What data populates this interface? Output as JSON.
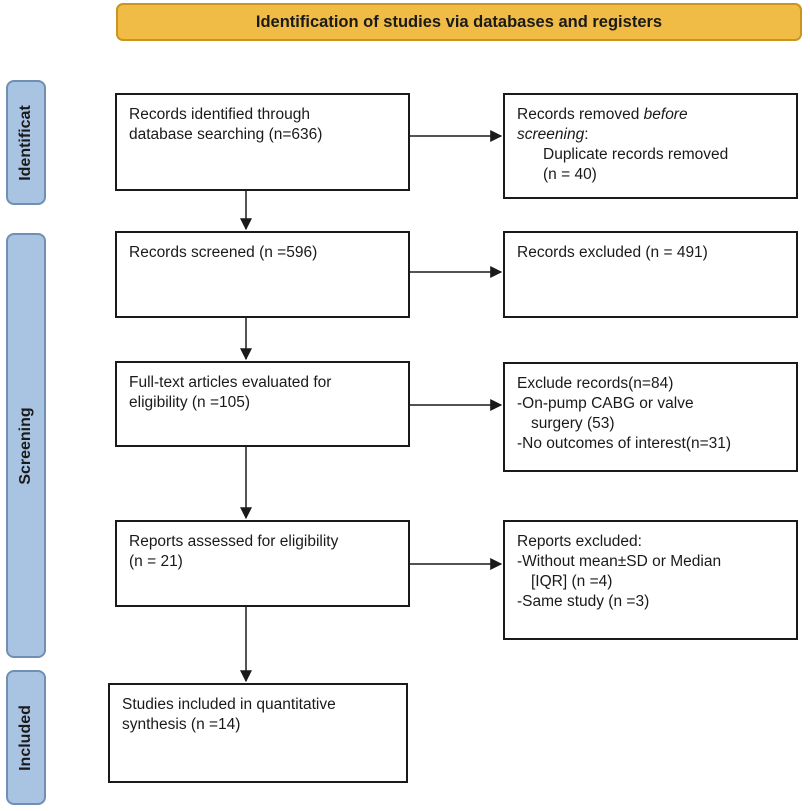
{
  "header": {
    "title": "Identification of studies via databases and registers"
  },
  "phases": {
    "identification": "Identificat",
    "screening": "Screening",
    "included": "Included"
  },
  "boxes": {
    "identified": {
      "line1": "Records identified through",
      "line2": "database searching (n=636)"
    },
    "removed": {
      "line1_prefix": "Records removed ",
      "line1_italic": "before",
      "line2_italic": "screening",
      "line2_suffix": ":",
      "line3": "Duplicate records removed",
      "line4": "(n = 40)"
    },
    "screened": {
      "line1": "Records screened (n =596)"
    },
    "excluded": {
      "line1": "Records excluded (n = 491)"
    },
    "fulltext": {
      "line1": "Full-text articles evaluated for",
      "line2": "eligibility (n =105)"
    },
    "exclude_records": {
      "line1": "Exclude records(n=84)",
      "line2": "-On-pump CABG or valve",
      "line3": "surgery (53)",
      "line4": "-No outcomes of interest(n=31)"
    },
    "assessed": {
      "line1": "Reports assessed for eligibility",
      "line2": "(n = 21)"
    },
    "reports_excluded": {
      "line1": "Reports excluded:",
      "line2": "-Without mean±SD or Median",
      "line3": "[IQR] (n =4)",
      "line4": "-Same study (n =3)"
    },
    "included": {
      "line1": "Studies included in quantitative",
      "line2": "synthesis (n =14)"
    }
  }
}
